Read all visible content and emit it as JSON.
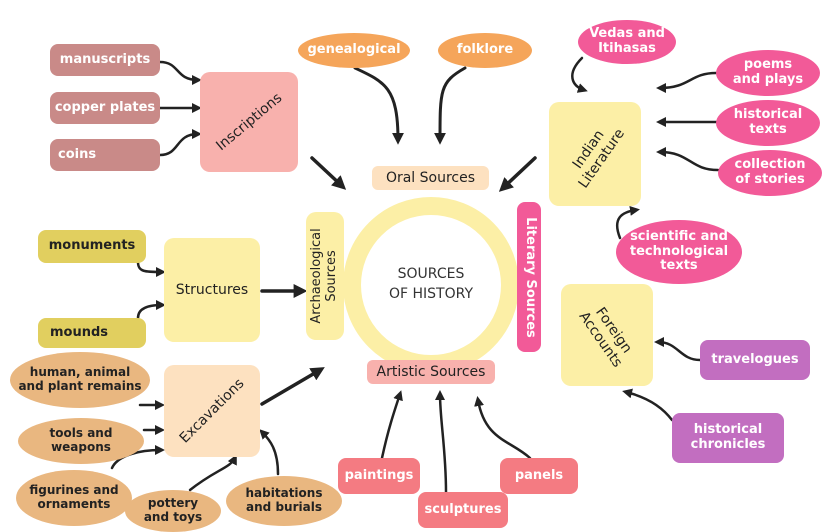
{
  "center": {
    "line1": "SOURCES",
    "line2": "OF HISTORY"
  },
  "categories": {
    "oral": "Oral Sources",
    "archaeological": {
      "line1": "Archaeological",
      "line2": "Sources"
    },
    "literary": "Literary Sources",
    "artistic": "Artistic Sources"
  },
  "groups": {
    "inscriptions": "Inscriptions",
    "indian_literature": {
      "line1": "Indian",
      "line2": "Literature"
    },
    "structures": "Structures",
    "foreign_accounts": {
      "line1": "Foreign",
      "line2": "Accounts"
    },
    "excavations": "Excavations"
  },
  "leaves": {
    "manuscripts": "manuscripts",
    "copper_plates": "copper plates",
    "coins": "coins",
    "genealogical": "genealogical",
    "folklore": "folklore",
    "vedas": {
      "line1": "Vedas and",
      "line2": "Itihasas"
    },
    "poems": {
      "line1": "poems",
      "line2": "and plays"
    },
    "historical_texts": {
      "line1": "historical",
      "line2": "texts"
    },
    "collection": {
      "line1": "collection",
      "line2": "of stories"
    },
    "scientific": {
      "line1": "scientific and",
      "line2": "technological",
      "line3": "texts"
    },
    "monuments": "monuments",
    "mounds": "mounds",
    "travelogues": "travelogues",
    "historical_chronicles": {
      "line1": "historical",
      "line2": "chronicles"
    },
    "human_remains": {
      "line1": "human, animal",
      "line2": "and plant remains"
    },
    "tools": {
      "line1": "tools and",
      "line2": "weapons"
    },
    "figurines": {
      "line1": "figurines and",
      "line2": "ornaments"
    },
    "pottery": {
      "line1": "pottery",
      "line2": "and toys"
    },
    "habitations": {
      "line1": "habitations",
      "line2": "and burials"
    },
    "paintings": "paintings",
    "sculptures": "sculptures",
    "panels": "panels"
  },
  "colors": {
    "rose": "#c98a88",
    "orange": "#f5a55a",
    "pink": "#f25a98",
    "khaki": "#e1cf5f",
    "tan": "#e9b780",
    "salmon": "#f47b82",
    "purple": "#c26ec0",
    "box_pink": "#f8b1ad",
    "box_yellow": "#fcefa6",
    "box_peach": "#fde1c0",
    "arrow": "#222222"
  }
}
